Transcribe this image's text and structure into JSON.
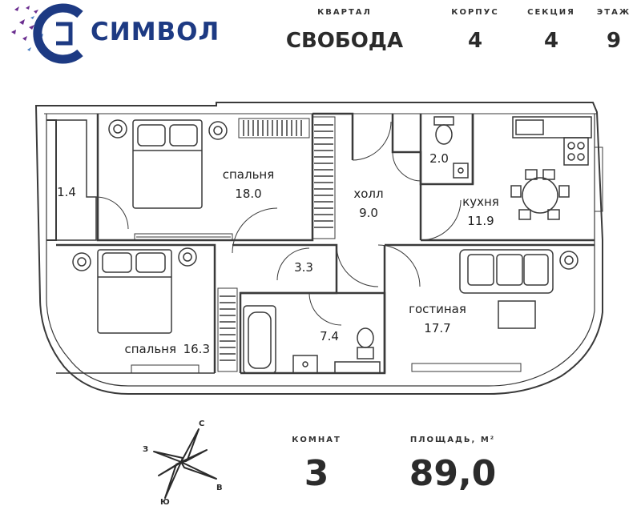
{
  "brand": {
    "name": "СИМВОЛ"
  },
  "header": {
    "quarter": {
      "label": "КВАРТАЛ",
      "value": "СВОБОДА"
    },
    "building": {
      "label": "КОРПУС",
      "value": "4"
    },
    "section": {
      "label": "СЕКЦИЯ",
      "value": "4"
    },
    "floor": {
      "label": "ЭТАЖ",
      "value": "9"
    }
  },
  "rooms": {
    "balcony": {
      "area": "1.4"
    },
    "bedroom1": {
      "name": "спальня",
      "area": "18.0"
    },
    "hall": {
      "name": "холл",
      "area": "9.0"
    },
    "wc": {
      "area": "2.0"
    },
    "kitchen": {
      "name": "кухня",
      "area": "11.9"
    },
    "corridor": {
      "area": "3.3"
    },
    "bedroom2": {
      "name": "спальня",
      "area": "16.3"
    },
    "bathroom": {
      "area": "7.4"
    },
    "living": {
      "name": "гостиная",
      "area": "17.7"
    }
  },
  "compass": {
    "n": "С",
    "s": "Ю",
    "e": "В",
    "w": "З"
  },
  "footer": {
    "rooms": {
      "label": "КОМНАТ",
      "value": "3"
    },
    "area": {
      "label": "ПЛОЩАДЬ, М²",
      "value": "89,0"
    }
  },
  "colors": {
    "brand": "#1d3a83",
    "accent_purple": "#6a2d8f",
    "wall": "#3a3a3a"
  }
}
